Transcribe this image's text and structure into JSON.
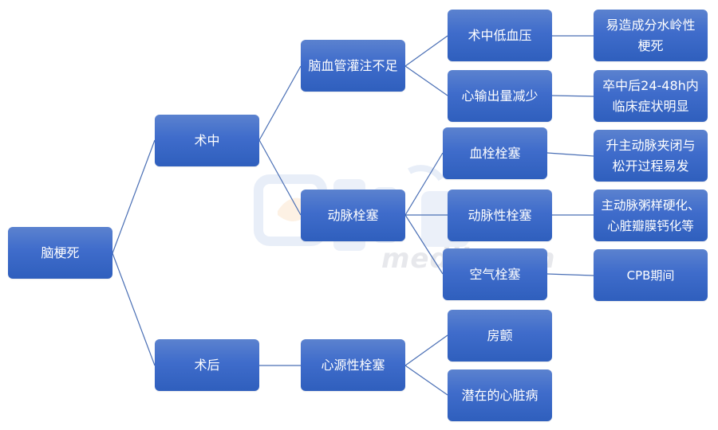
{
  "diagram": {
    "type": "tree",
    "direction": "left-to-right",
    "colors": {
      "node_top": "#5b82cf",
      "node_bottom": "#2f5fbd",
      "text": "#ffffff",
      "connector": "#4a6fb5"
    },
    "watermark": {
      "text": "medlive.cn",
      "logo": "医脉通"
    },
    "nodes": {
      "root": "脑梗死",
      "intraop": "术中",
      "postop": "术后",
      "hypoperfusion": "脑血管灌注不足",
      "arterial_embolism": "动脉栓塞",
      "cardiogenic_embolism": "心源性栓塞",
      "hypotension": "术中低血压",
      "low_output": "心输出量减少",
      "thrombo_embolism": "血栓栓塞",
      "arteriogenic_embolism": "动脉性栓塞",
      "air_embolism": "空气栓塞",
      "af": "房颤",
      "latent_heart": "潜在的心脏病",
      "note_hypotension_1": "易造成分水岭性",
      "note_hypotension_2": "梗死",
      "note_low_output_1": "卒中后24-48h内",
      "note_low_output_2": "临床症状明显",
      "note_thrombo_1": "升主动脉夹闭与",
      "note_thrombo_2": "松开过程易发",
      "note_arteriogenic_1": "主动脉粥样硬化、",
      "note_arteriogenic_2": "心脏瓣膜钙化等",
      "note_air": "CPB期间"
    },
    "edges": [
      [
        "脑梗死",
        "术中"
      ],
      [
        "脑梗死",
        "术后"
      ],
      [
        "术中",
        "脑血管灌注不足"
      ],
      [
        "术中",
        "动脉栓塞"
      ],
      [
        "术后",
        "心源性栓塞"
      ],
      [
        "脑血管灌注不足",
        "术中低血压"
      ],
      [
        "脑血管灌注不足",
        "心输出量减少"
      ],
      [
        "动脉栓塞",
        "血栓栓塞"
      ],
      [
        "动脉栓塞",
        "动脉性栓塞"
      ],
      [
        "动脉栓塞",
        "空气栓塞"
      ],
      [
        "心源性栓塞",
        "房颤"
      ],
      [
        "心源性栓塞",
        "潜在的心脏病"
      ],
      [
        "术中低血压",
        "易造成分水岭性梗死"
      ],
      [
        "心输出量减少",
        "卒中后24-48h内临床症状明显"
      ],
      [
        "血栓栓塞",
        "升主动脉夹闭与松开过程易发"
      ],
      [
        "动脉性栓塞",
        "主动脉粥样硬化、心脏瓣膜钙化等"
      ],
      [
        "空气栓塞",
        "CPB期间"
      ]
    ]
  }
}
